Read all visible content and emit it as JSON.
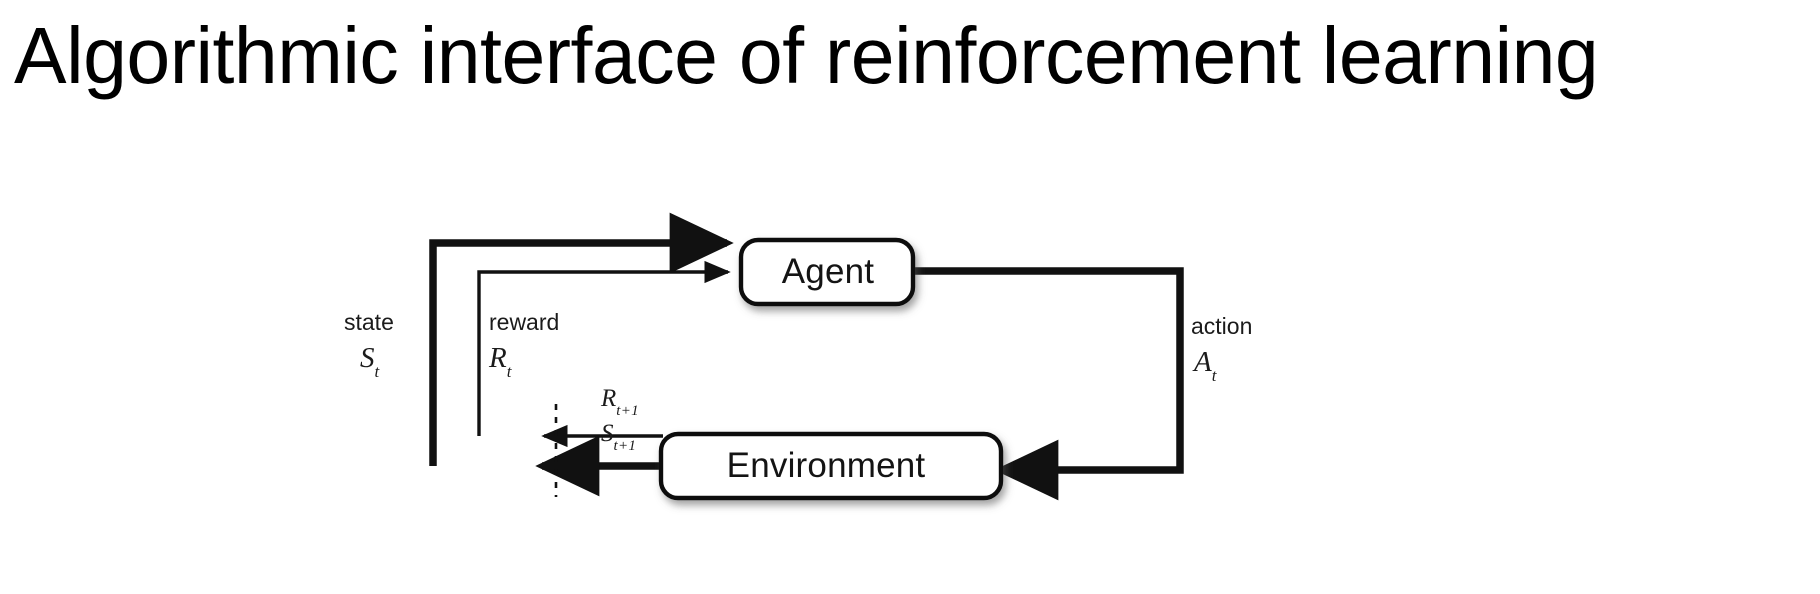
{
  "slide": {
    "title": "Algorithmic interface of reinforcement learning",
    "background_color": "#ffffff",
    "ink_color": "#000000"
  },
  "diagram": {
    "name": "agent-environment-interaction-loop",
    "type": "block-flow-diagram",
    "nodes": [
      {
        "id": "agent",
        "label": "Agent",
        "shape": "rounded-rectangle",
        "has_shadow": true
      },
      {
        "id": "environment",
        "label": "Environment",
        "shape": "rounded-rectangle",
        "has_shadow": true
      }
    ],
    "edges": [
      {
        "id": "state-to-agent",
        "from": "environment",
        "to": "agent",
        "word": "state",
        "symbol_base": "S",
        "symbol_sub": "t",
        "stroke": "thick"
      },
      {
        "id": "reward-to-agent",
        "from": "environment",
        "to": "agent",
        "word": "reward",
        "symbol_base": "R",
        "symbol_sub": "t",
        "stroke": "thin"
      },
      {
        "id": "action-to-environment",
        "from": "agent",
        "to": "environment",
        "word": "action",
        "symbol_base": "A",
        "symbol_sub": "t",
        "stroke": "thick"
      },
      {
        "id": "reward-next",
        "from": "environment",
        "to": "time-boundary",
        "word": "",
        "symbol_base": "R",
        "symbol_sub": "t+1",
        "stroke": "thin"
      },
      {
        "id": "state-next",
        "from": "environment",
        "to": "time-boundary",
        "word": "",
        "symbol_base": "S",
        "symbol_sub": "t+1",
        "stroke": "thick"
      }
    ],
    "time_boundary": {
      "id": "time-step-divider",
      "style": "dashed-vertical"
    },
    "labels": {
      "agent": "Agent",
      "environment": "Environment",
      "state_word": "state",
      "state_symbol": "S",
      "state_subscript": "t",
      "reward_word": "reward",
      "reward_symbol": "R",
      "reward_subscript": "t",
      "action_word": "action",
      "action_symbol": "A",
      "action_subscript": "t",
      "reward_next_symbol": "R",
      "reward_next_subscript": "t+1",
      "state_next_symbol": "S",
      "state_next_subscript": "t+1"
    }
  }
}
